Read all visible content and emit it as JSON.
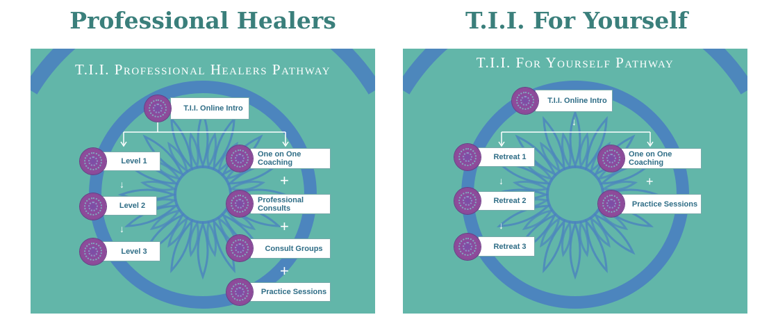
{
  "left": {
    "heading": "Professional Healers",
    "title": "T.I.I. Professional Healers Pathway",
    "intro": "T.I.I. Online Intro",
    "levels": [
      "Level 1",
      "Level 2",
      "Level 3"
    ],
    "services": [
      "One on One Coaching",
      "Professional Consults",
      "Consult Groups",
      "Practice Sessions"
    ]
  },
  "right": {
    "heading": "T.I.I. For Yourself",
    "title": "T.I.I. For Yourself Pathway",
    "intro": "T.I.I. Online Intro",
    "retreats": [
      "Retreat 1",
      "Retreat 2",
      "Retreat 3"
    ],
    "services": [
      "One on One Coaching",
      "Practice Sessions"
    ]
  },
  "colors": {
    "teal": "#62b6a9",
    "ring": "#4a7fc0",
    "heading": "#3a7f7b",
    "orb": "#8e4b9a"
  }
}
